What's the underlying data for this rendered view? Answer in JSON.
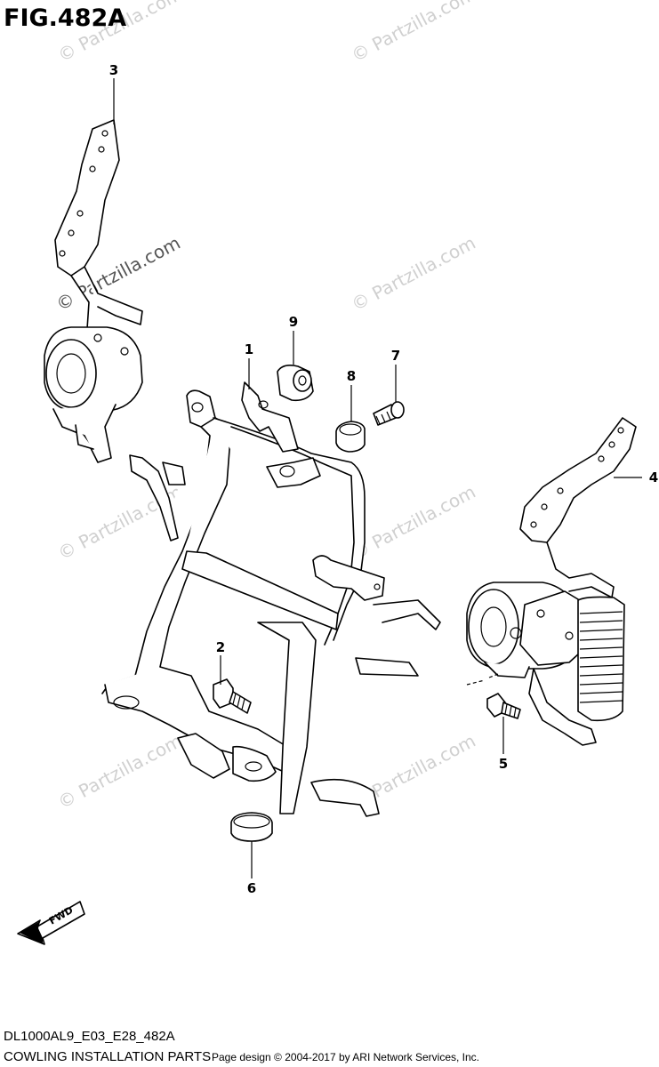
{
  "figure": {
    "title": "FIG.482A"
  },
  "callouts": [
    {
      "number": "1"
    },
    {
      "number": "2"
    },
    {
      "number": "3"
    },
    {
      "number": "4"
    },
    {
      "number": "5"
    },
    {
      "number": "6"
    },
    {
      "number": "7"
    },
    {
      "number": "8"
    },
    {
      "number": "9"
    }
  ],
  "watermark": {
    "text": "© Partzilla.com"
  },
  "direction_badge": {
    "text": "FWD"
  },
  "footer": {
    "model_code": "DL1000AL9_E03_E28_482A",
    "section_name": "COWLING INSTALLATION PARTS",
    "page_design": "Page design © 2004-2017 by ARI Network Services, Inc."
  }
}
